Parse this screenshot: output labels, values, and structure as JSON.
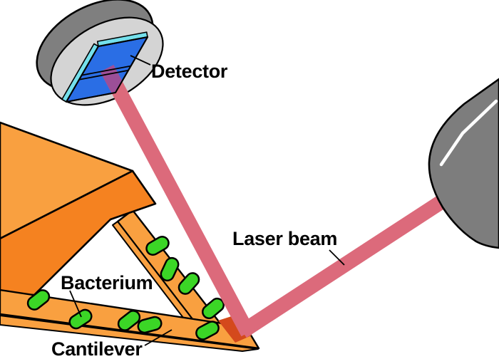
{
  "figure": {
    "type": "scientific-diagram",
    "subject": "Cantilever biosensor with laser-deflection detection of bacteria",
    "labels": {
      "detector": "Detector",
      "laser_beam": "Laser beam",
      "bacterium": "Bacterium",
      "cantilever": "Cantilever"
    },
    "bacteria_count": 9,
    "colors": {
      "background": "#ffffff",
      "outline": "#000000",
      "laser_beam_pink": "#dc6a7b",
      "laser_spot_red": "#d4491c",
      "cantilever_orange": "#f9a040",
      "chip_front_orange": "#f58220",
      "bacterium_green": "#3bd626",
      "detector_rim_gray": "#7f7f7f",
      "detector_face_gray": "#d4d4d4",
      "detector_panel_blue": "#2a6ee5",
      "detector_panel_edge_cyan": "#74e0ec",
      "beam_on_panel_purple": "#9c4f98",
      "laser_body_gray": "#7d7d7d",
      "laser_highlight_white": "#ffffff"
    }
  }
}
